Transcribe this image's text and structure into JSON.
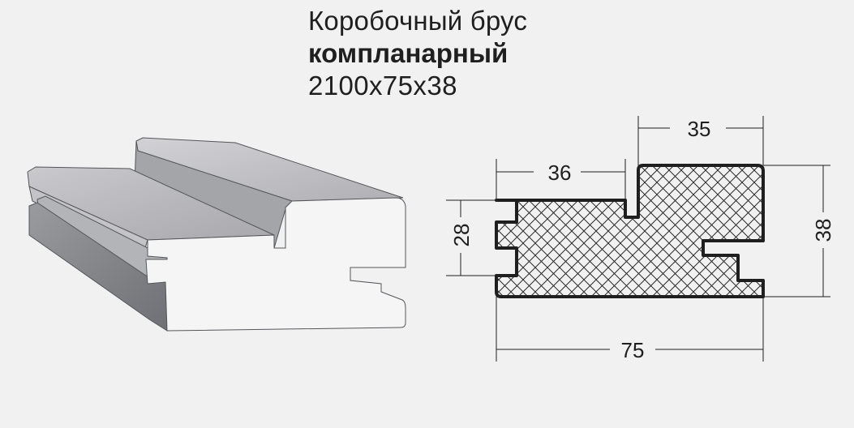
{
  "title": {
    "line1": "Коробочный брус",
    "line2": "компланарный",
    "line3": "2100x75x38"
  },
  "dimensions": {
    "top_width": "35",
    "offset_width": "36",
    "total_width": "75",
    "left_height": "28",
    "total_height": "38"
  },
  "colors": {
    "background": "#f1f1f2",
    "outline": "#1f1f1f",
    "hatch": "#2a2a2a",
    "profile_light": "#f4f4f5",
    "profile_mid": "#d6d6d8",
    "profile_dark": "#8b8c90"
  }
}
